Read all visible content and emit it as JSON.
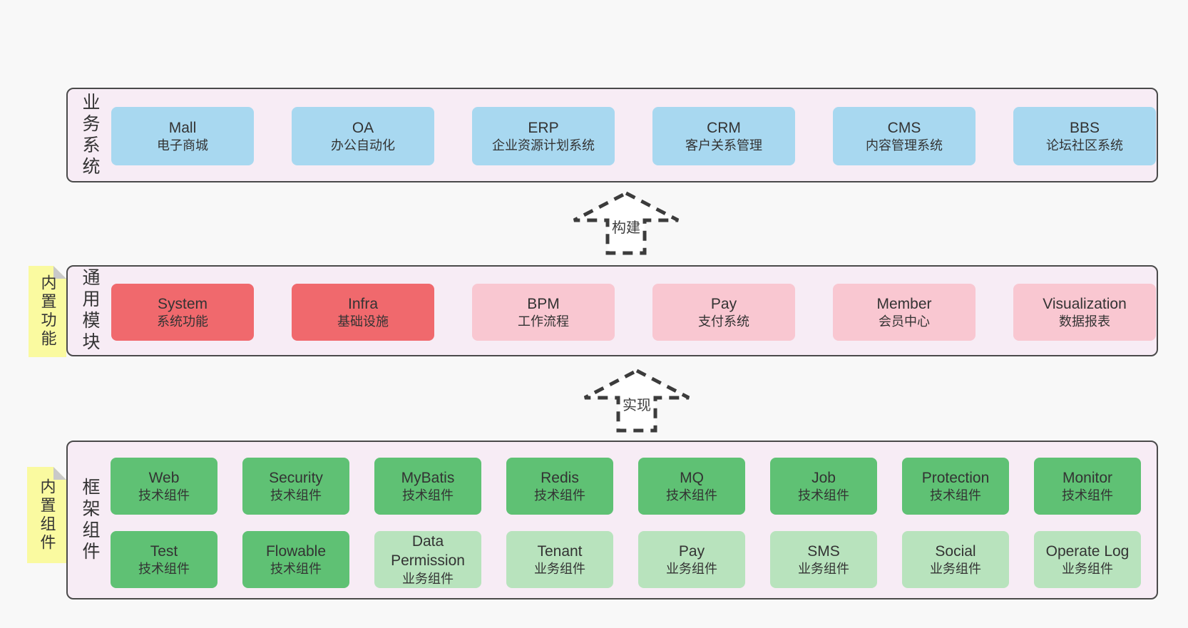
{
  "colors": {
    "page_bg": "#f8f8f8",
    "panel_bg": "#f7ecf5",
    "panel_border": "#4a4a4a",
    "blue": "#a8d8f0",
    "red": "#f0696d",
    "pink": "#f9c7d1",
    "green": "#5fc174",
    "light_green": "#b8e3bd",
    "yellow": "#fafaa0",
    "fold": "#c9c9c9",
    "text": "#333333",
    "arrow": "#3c3c3c"
  },
  "arrows": [
    {
      "label": "构建"
    },
    {
      "label": "实现"
    }
  ],
  "layers": [
    {
      "label": "业务系统",
      "boxes": [
        {
          "title": "Mall",
          "subtitle": "电子商城"
        },
        {
          "title": "OA",
          "subtitle": "办公自动化"
        },
        {
          "title": "ERP",
          "subtitle": "企业资源计划系统"
        },
        {
          "title": "CRM",
          "subtitle": "客户关系管理"
        },
        {
          "title": "CMS",
          "subtitle": "内容管理系统"
        },
        {
          "title": "BBS",
          "subtitle": "论坛社区系统"
        }
      ]
    },
    {
      "label": "通用模块",
      "tag": "内置功能",
      "boxes": [
        {
          "title": "System",
          "subtitle": "系统功能"
        },
        {
          "title": "Infra",
          "subtitle": "基础设施"
        },
        {
          "title": "BPM",
          "subtitle": "工作流程"
        },
        {
          "title": "Pay",
          "subtitle": "支付系统"
        },
        {
          "title": "Member",
          "subtitle": "会员中心"
        },
        {
          "title": "Visualization",
          "subtitle": "数据报表"
        }
      ]
    },
    {
      "label": "框架组件",
      "tag": "内置组件",
      "rows": [
        [
          {
            "title": "Web",
            "subtitle": "技术组件"
          },
          {
            "title": "Security",
            "subtitle": "技术组件"
          },
          {
            "title": "MyBatis",
            "subtitle": "技术组件"
          },
          {
            "title": "Redis",
            "subtitle": "技术组件"
          },
          {
            "title": "MQ",
            "subtitle": "技术组件"
          },
          {
            "title": "Job",
            "subtitle": "技术组件"
          },
          {
            "title": "Protection",
            "subtitle": "技术组件"
          },
          {
            "title": "Monitor",
            "subtitle": "技术组件"
          }
        ],
        [
          {
            "title": "Test",
            "subtitle": "技术组件"
          },
          {
            "title": "Flowable",
            "subtitle": "技术组件"
          },
          {
            "title": "Data Permission",
            "subtitle": "业务组件"
          },
          {
            "title": "Tenant",
            "subtitle": "业务组件"
          },
          {
            "title": "Pay",
            "subtitle": "业务组件"
          },
          {
            "title": "SMS",
            "subtitle": "业务组件"
          },
          {
            "title": "Social",
            "subtitle": "业务组件"
          },
          {
            "title": "Operate Log",
            "subtitle": "业务组件"
          }
        ]
      ]
    }
  ]
}
